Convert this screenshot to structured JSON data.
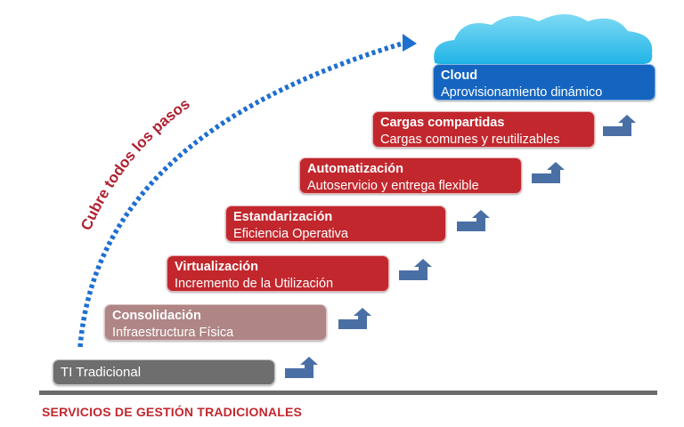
{
  "steps": [
    {
      "title": "TI Tradicional",
      "subtitle": ""
    },
    {
      "title": "Consolidación",
      "subtitle": "Infraestructura Física"
    },
    {
      "title": "Virtualización",
      "subtitle": "Incremento de la Utilización"
    },
    {
      "title": "Estandarización",
      "subtitle": "Eficiencia Operativa"
    },
    {
      "title": "Automatización",
      "subtitle": "Autoservicio y entrega flexible"
    },
    {
      "title": "Cargas compartidas",
      "subtitle": "Cargas comunes y reutilizables"
    },
    {
      "title": "Cloud",
      "subtitle": "Aprovisionamiento dinámico"
    }
  ],
  "arc_label": "Cubre todos los pasos",
  "footer": "SERVICIOS DE GESTIÓN TRADICIONALES",
  "colors": {
    "red": "#c1272d",
    "pink": "#b08585",
    "grey": "#6e6e6e",
    "blue": "#1565c0",
    "arrow": "#4a6fa5",
    "cloud": "#38c3ea",
    "dashed": "#1e6fd0"
  }
}
